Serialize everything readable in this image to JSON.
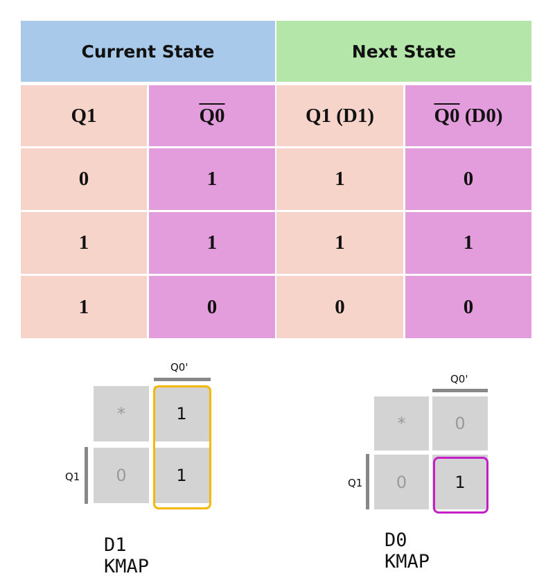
{
  "table": {
    "group_headers": [
      "Current State",
      "Next State"
    ],
    "columns": [
      "Q1",
      "Q0",
      "Q1 (D1)",
      "Q0",
      " (D0)"
    ],
    "rows": [
      [
        "0",
        "1",
        "1",
        "0"
      ],
      [
        "1",
        "1",
        "1",
        "1"
      ],
      [
        "1",
        "0",
        "0",
        "0"
      ]
    ]
  },
  "kmap_d1": {
    "title": "D1 KMAP",
    "top_label": "Q0'",
    "side_label": "Q1",
    "cells": [
      "*",
      "1",
      "0",
      "1"
    ],
    "ring_color": "#f5b800"
  },
  "kmap_d0": {
    "title": "D0 KMAP",
    "top_label": "Q0'",
    "side_label": "Q1",
    "cells": [
      "*",
      "0",
      "0",
      "1"
    ],
    "ring_color": "#c41fc4"
  },
  "colors": {
    "current_state_header": "#a8c9ea",
    "next_state_header": "#b5e6a9",
    "q1_columns": "#f6d4ca",
    "q0_columns": "#e39cdc",
    "kmap_cell": "#d3d3d3"
  }
}
